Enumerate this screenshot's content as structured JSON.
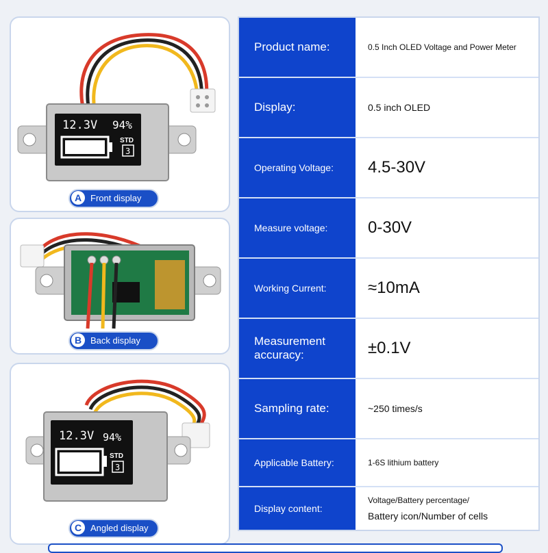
{
  "views": [
    {
      "letter": "A",
      "label": "Front display",
      "screen": {
        "voltage": "12.3V",
        "percent": "94%",
        "mode": "STD",
        "cells": "3"
      }
    },
    {
      "letter": "B",
      "label": "Back display"
    },
    {
      "letter": "C",
      "label": "Angled display",
      "screen": {
        "voltage": "12.3V",
        "percent": "94%",
        "mode": "STD",
        "cells": "3"
      }
    }
  ],
  "specs": [
    {
      "key": "Product name:",
      "value": "0.5 Inch OLED Voltage and Power Meter"
    },
    {
      "key": "Display:",
      "value": "0.5 inch OLED"
    },
    {
      "key": "Operating Voltage:",
      "value": "4.5-30V"
    },
    {
      "key": "Measure voltage:",
      "value": "0-30V"
    },
    {
      "key": "Working Current:",
      "value": "≈10mA"
    },
    {
      "key": "Measurement accuracy:",
      "value": "±0.1V"
    },
    {
      "key": "Sampling rate:",
      "value": "~250 times/s"
    },
    {
      "key": "Applicable Battery:",
      "value": "1-6S lithium battery"
    },
    {
      "key": "Display content:",
      "value_lines": [
        "Voltage/Battery percentage/",
        "Battery icon/Number of cells"
      ]
    }
  ],
  "colors": {
    "accent": "#0f44cc",
    "panel_border": "#c9d6ec"
  }
}
